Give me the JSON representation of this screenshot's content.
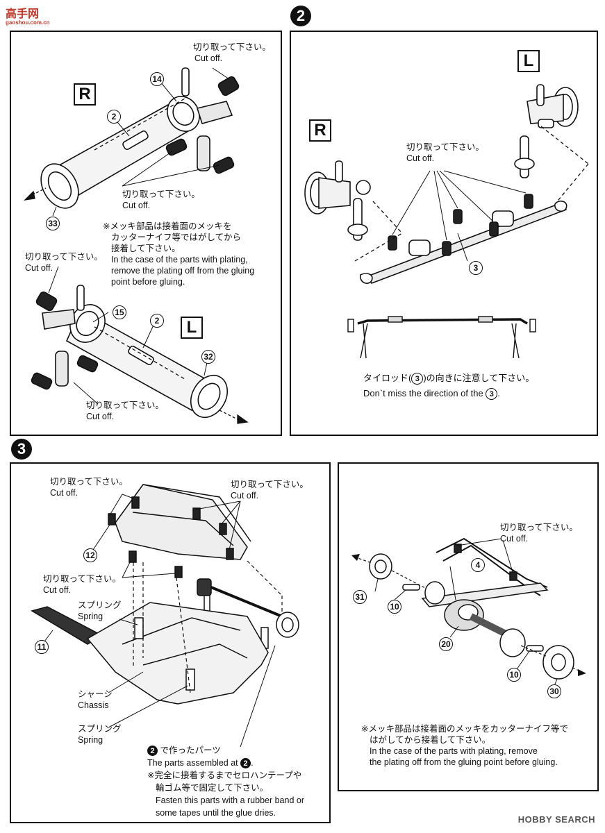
{
  "site_logo": {
    "text": "高手网",
    "url": "gaoshou.com.cn"
  },
  "watermark": "HOBBY SEARCH",
  "step1": {
    "right_label": "R",
    "left_label": "L",
    "cut_off_jp": "切り取って下さい。",
    "cut_off_en": "Cut off.",
    "parts": {
      "p14": "14",
      "p2a": "2",
      "p33": "33",
      "p15": "15",
      "p2b": "2",
      "p32": "32"
    },
    "plating_note": [
      "※メッキ部品は接着面のメッキを",
      "カッターナイフ等ではがしてから",
      "接着して下さい。",
      "In the case of the parts with plating,",
      "remove the plating off from the gluing",
      "point before gluing."
    ]
  },
  "step2": {
    "number": "2",
    "left_label": "L",
    "right_label": "R",
    "cut_off_jp": "切り取って下さい。",
    "cut_off_en": "Cut off.",
    "part_3": "3",
    "note_jp_pre": "タイロッド(",
    "note_jp_post": ")の向きに注意して下さい。",
    "note_en_pre": "Don`t miss the direction of the",
    "note_en_post": "."
  },
  "step3": {
    "number": "3",
    "cut_off_jp": "切り取って下さい。",
    "cut_off_en": "Cut off.",
    "spring_jp": "スプリング",
    "spring_en": "Spring",
    "chassis_jp": "シャーシ",
    "chassis_en": "Chassis",
    "parts": {
      "p12": "12",
      "p11": "11"
    },
    "assembled_jp": "で作ったパーツ",
    "assembled_en_pre": "The parts assembled at",
    "assembled_badge": "2",
    "tape_note": [
      "※完全に接着するまでセロハンテープや",
      "輪ゴム等で固定して下さい。",
      "Fasten this parts with a rubber band or",
      "some tapes until the glue dries."
    ]
  },
  "step4": {
    "cut_off_jp": "切り取って下さい。",
    "cut_off_en": "Cut off.",
    "parts": {
      "p4": "4",
      "p31": "31",
      "p10a": "10",
      "p20": "20",
      "p10b": "10",
      "p30": "30"
    },
    "plating_note": [
      "※メッキ部品は接着面のメッキをカッターナイフ等で",
      "はがしてから接着して下さい。",
      "In the case of the parts with plating, remove",
      "the plating off from the gluing point before gluing."
    ]
  }
}
